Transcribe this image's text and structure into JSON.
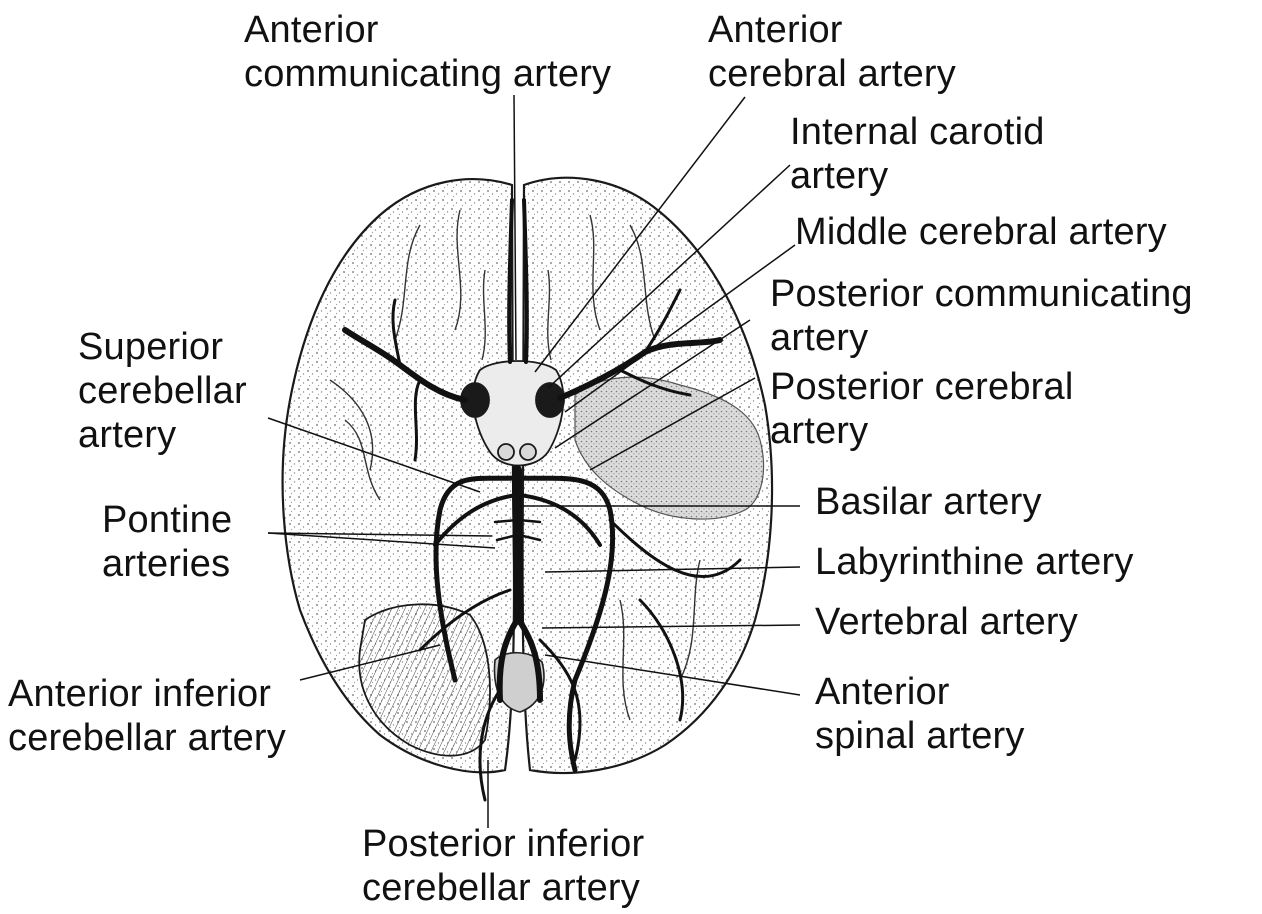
{
  "diagram": {
    "colors": {
      "ink": "#111111",
      "outline": "#1a1a1a",
      "stipple": "#8a8a8a",
      "shaded_region": "#d2d2d2",
      "background": "#ffffff"
    },
    "labels": {
      "anterior_communicating": {
        "line1": "Anterior",
        "line2": "communicating artery"
      },
      "anterior_cerebral": {
        "line1": "Anterior",
        "line2": "cerebral artery"
      },
      "internal_carotid": {
        "line1": "Internal carotid",
        "line2": "artery"
      },
      "middle_cerebral": {
        "line1": "Middle cerebral artery"
      },
      "posterior_communicating": {
        "line1": "Posterior communicating",
        "line2": "artery"
      },
      "posterior_cerebral": {
        "line1": "Posterior cerebral",
        "line2": "artery"
      },
      "superior_cerebellar": {
        "line1": "Superior",
        "line2": "cerebellar",
        "line3": "artery"
      },
      "pontine": {
        "line1": "Pontine",
        "line2": "arteries"
      },
      "basilar": {
        "line1": "Basilar artery"
      },
      "labyrinthine": {
        "line1": "Labyrinthine artery"
      },
      "vertebral": {
        "line1": "Vertebral artery"
      },
      "anterior_inferior_cerebellar": {
        "line1": "Anterior inferior",
        "line2": "cerebellar artery"
      },
      "anterior_spinal": {
        "line1": "Anterior",
        "line2": "spinal artery"
      },
      "posterior_inferior_cerebellar": {
        "line1": "Posterior inferior",
        "line2": "cerebellar artery"
      }
    }
  }
}
